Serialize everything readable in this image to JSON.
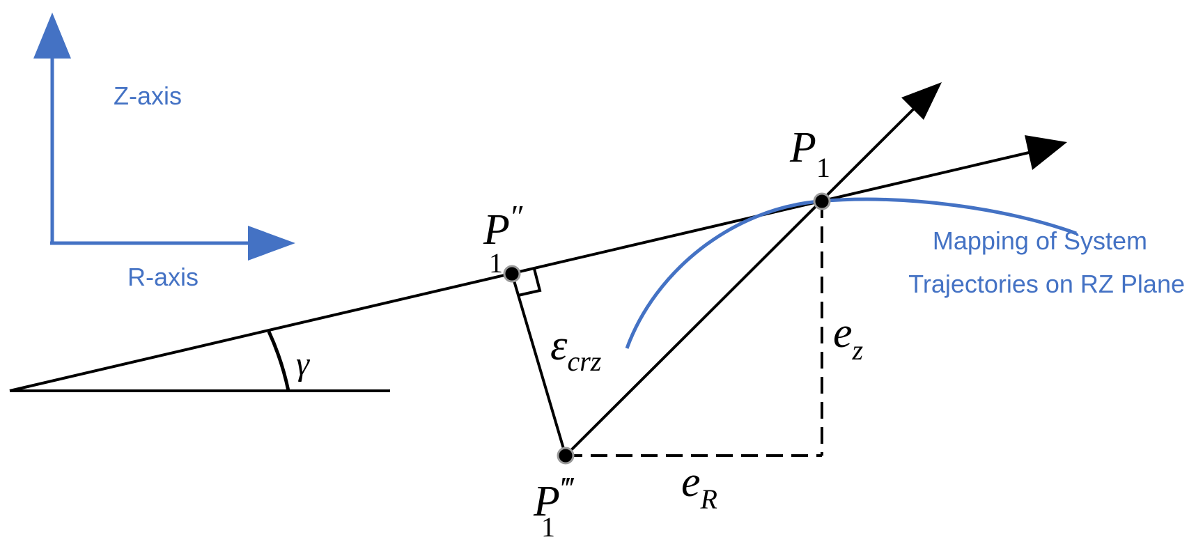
{
  "colors": {
    "accent": "#4472C4",
    "ink": "#000000",
    "point_stroke": "#9a9a9a"
  },
  "axes": {
    "z_label": "Z-axis",
    "r_label": "R-axis"
  },
  "labels": {
    "angle": "γ",
    "error": "ε",
    "error_sub": "crz",
    "point_base": "P",
    "point_sub": "1",
    "prime_double": "″",
    "prime_triple": "‴",
    "ez_base": "e",
    "ez_sub": "z",
    "er_base": "e",
    "er_sub": "R"
  },
  "trajectory": {
    "line1": "Mapping of System",
    "line2": "Trajectories on RZ Plane"
  }
}
